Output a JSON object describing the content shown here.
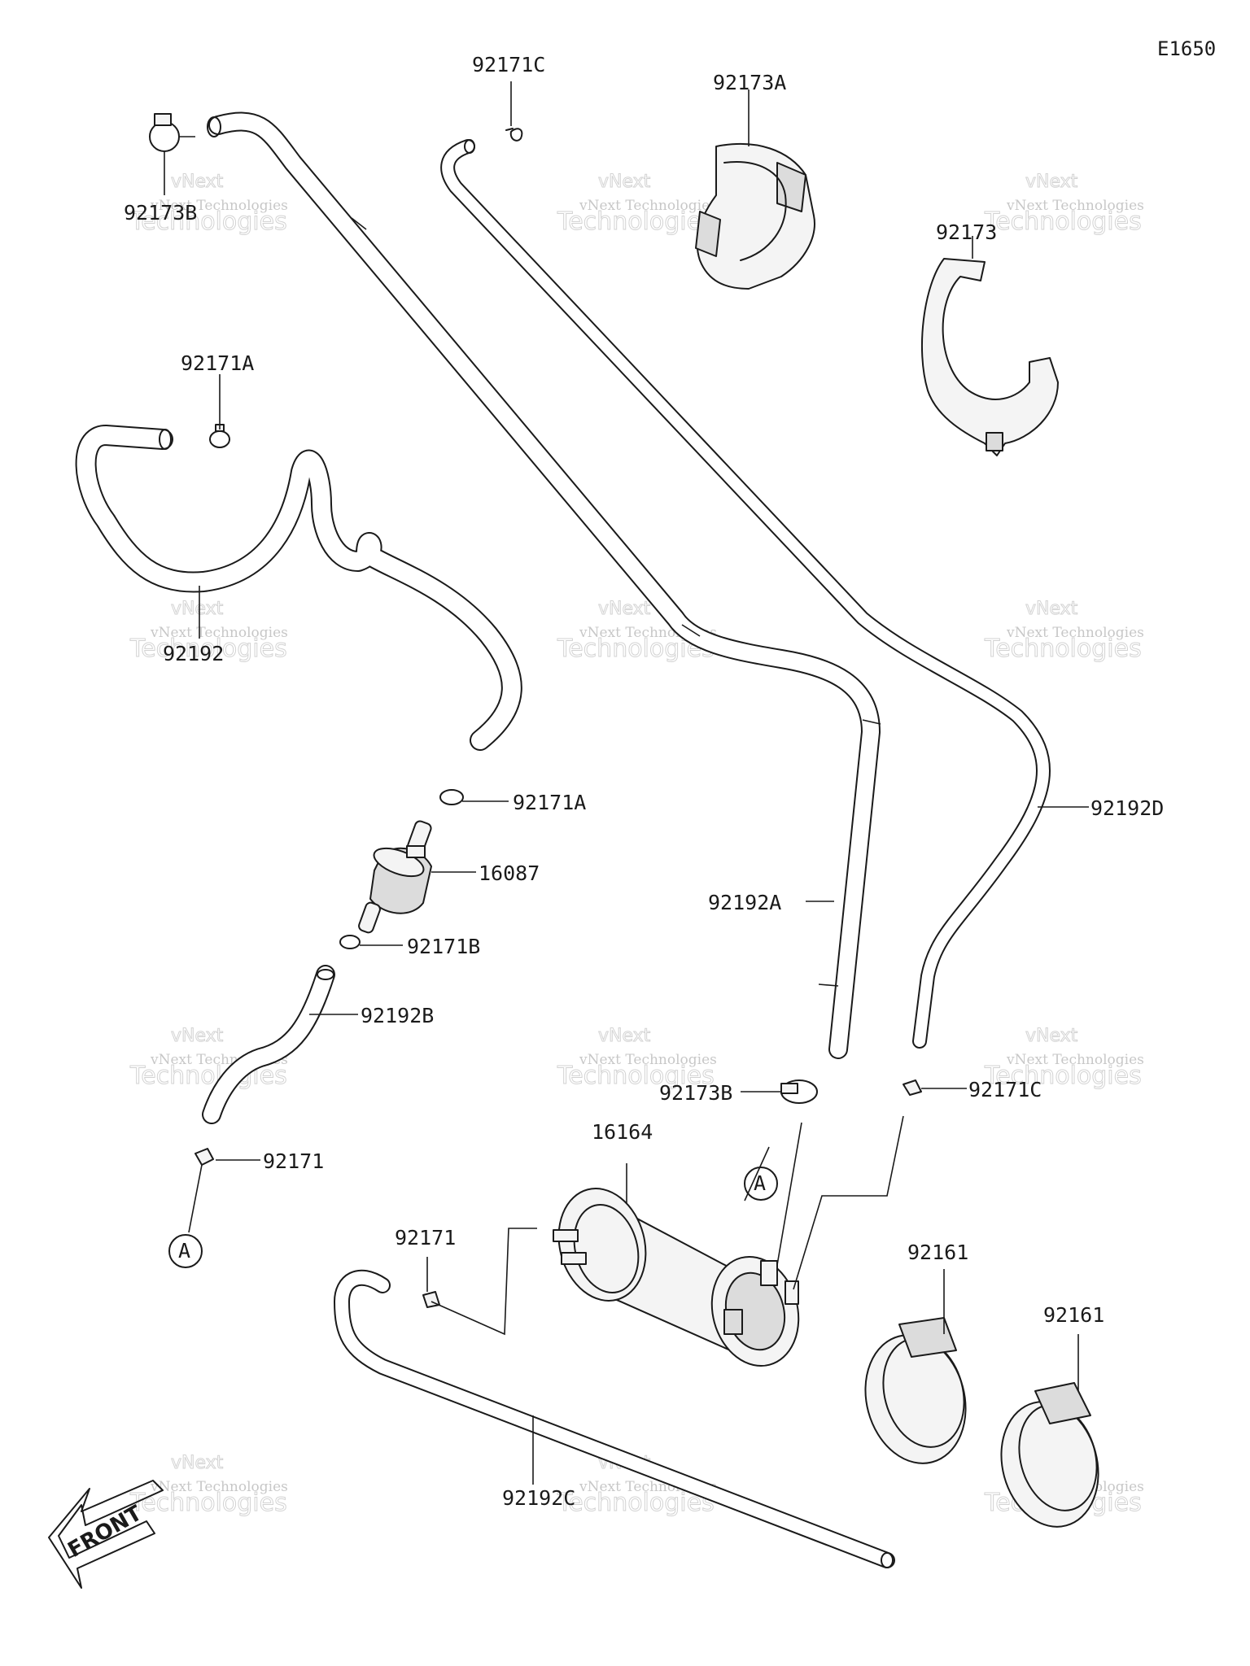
{
  "diagram": {
    "code": "E1650",
    "labels": {
      "p92171C_top": "92171C",
      "p92173A": "92173A",
      "p92173B_top": "92173B",
      "p92173": "92173",
      "p92171A_top": "92171A",
      "p92192": "92192",
      "p92171A_mid": "92171A",
      "p16087": "16087",
      "p92171B": "92171B",
      "p92192B": "92192B",
      "p92171_left": "92171",
      "p92192A": "92192A",
      "p92192D": "92192D",
      "p92173B_bottom": "92173B",
      "p92171C_bottom": "92171C",
      "p16164": "16164",
      "p92171_center": "92171",
      "p92161_a": "92161",
      "p92161_b": "92161",
      "p92192C": "92192C"
    },
    "ref_mark_left": "A",
    "ref_mark_canister": "A",
    "front_arrow": "FRONT",
    "watermark_line1": "vNext Technologies",
    "watermark_line2": "Technologies",
    "watermark_line3": "vNext"
  }
}
